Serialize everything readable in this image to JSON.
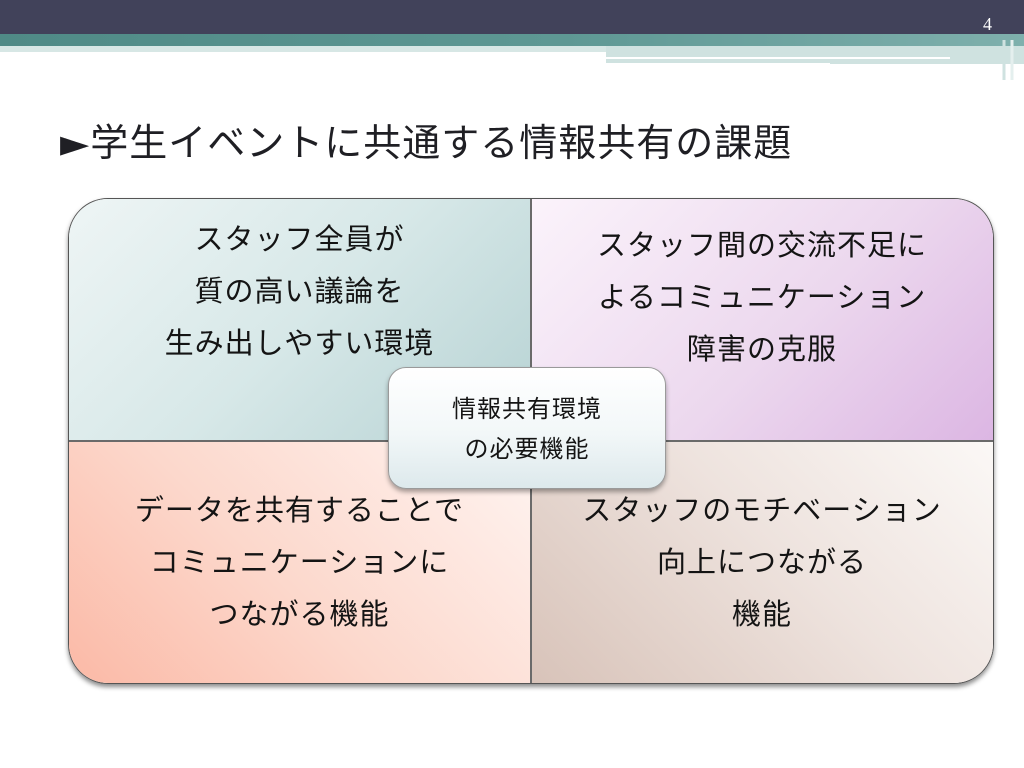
{
  "slide": {
    "page_number": "4",
    "title": "►学生イベントに共通する情報共有の課題",
    "colors": {
      "topbar": "#41425a",
      "teal_band": "#5e9894",
      "light_band": "#d7e7e5"
    }
  },
  "matrix": {
    "top_left": {
      "lines": [
        "スタッフ全員が",
        "質の高い議論を",
        "生み出しやすい環境"
      ],
      "color": "#b6d2d3"
    },
    "top_right": {
      "lines": [
        "スタッフ間の交流不足に",
        "よるコミュニケーション",
        "障害の克服"
      ],
      "color": "#dcb6e3"
    },
    "bottom_left": {
      "lines": [
        "データを共有することで",
        "コミュニケーションに",
        "つながる機能"
      ],
      "color": "#fbb9a6"
    },
    "bottom_right": {
      "lines": [
        "スタッフのモチベーション",
        "向上につながる",
        "機能"
      ],
      "color": "#d8c3b9"
    },
    "center": {
      "lines": [
        "情報共有環境",
        "の必要機能"
      ]
    }
  }
}
